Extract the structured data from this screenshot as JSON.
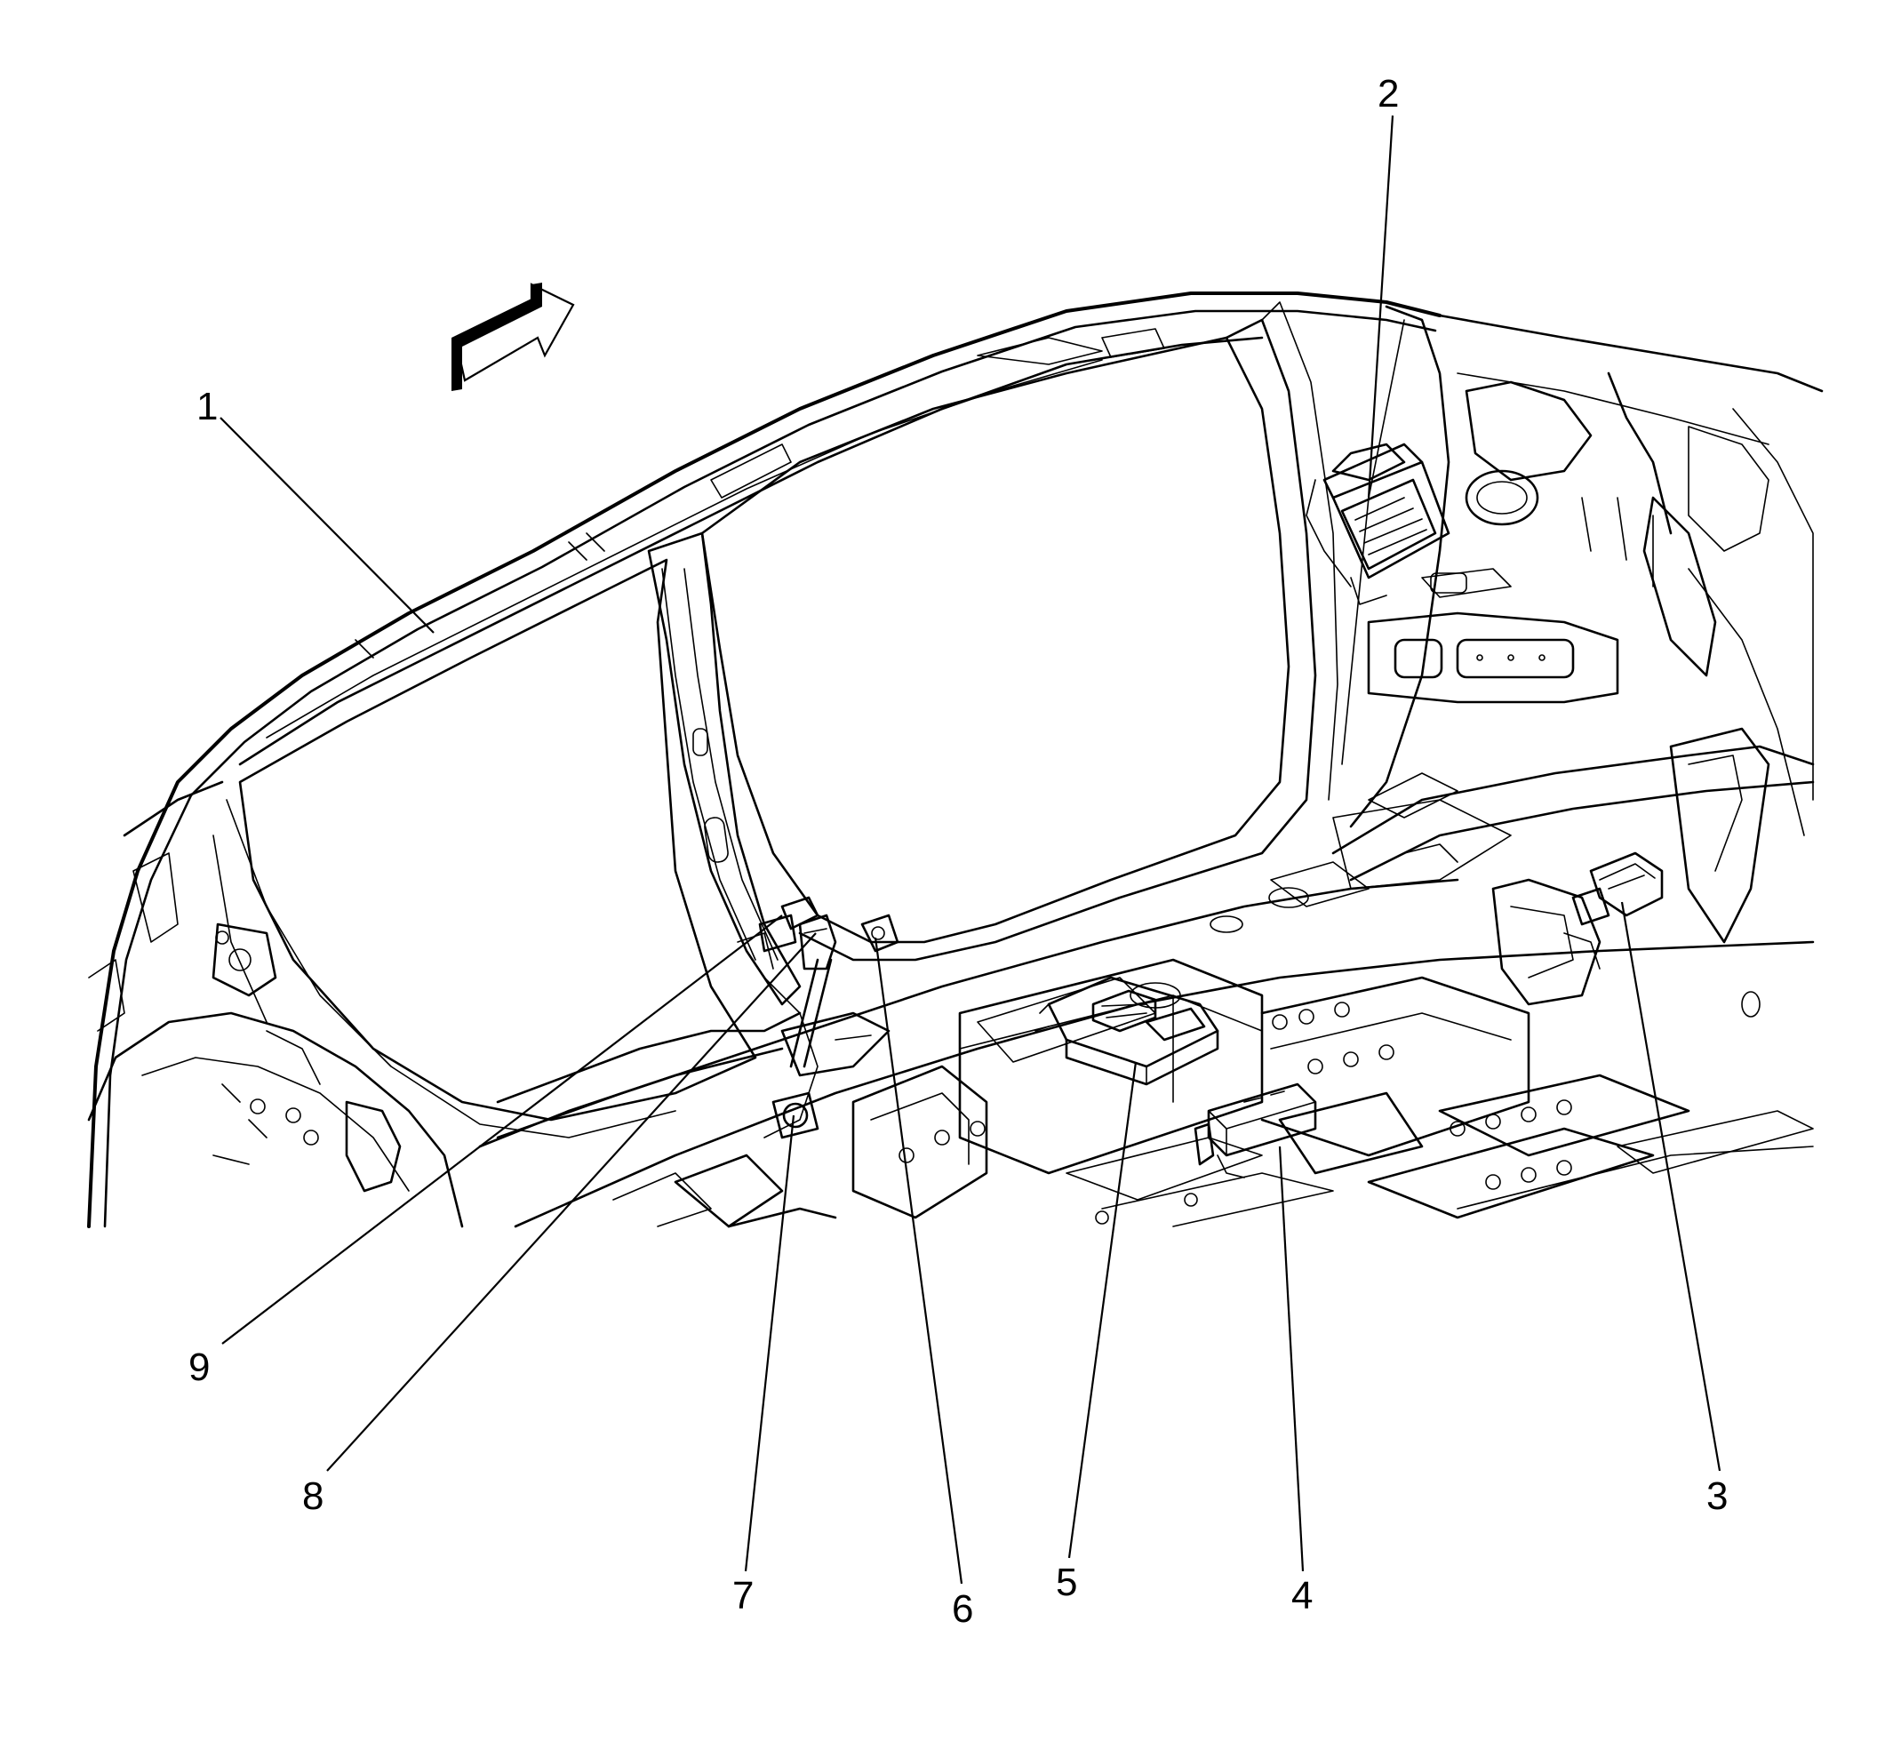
{
  "callouts": [
    {
      "id": "1",
      "label": "1"
    },
    {
      "id": "2",
      "label": "2"
    },
    {
      "id": "3",
      "label": "3"
    },
    {
      "id": "4",
      "label": "4"
    },
    {
      "id": "5",
      "label": "5"
    },
    {
      "id": "6",
      "label": "6"
    },
    {
      "id": "7",
      "label": "7"
    },
    {
      "id": "8",
      "label": "8"
    },
    {
      "id": "9",
      "label": "9"
    }
  ],
  "icons": {
    "direction_arrow": "vehicle-forward-arrow-icon"
  },
  "colors": {
    "line": "#000000",
    "background": "#ffffff"
  }
}
